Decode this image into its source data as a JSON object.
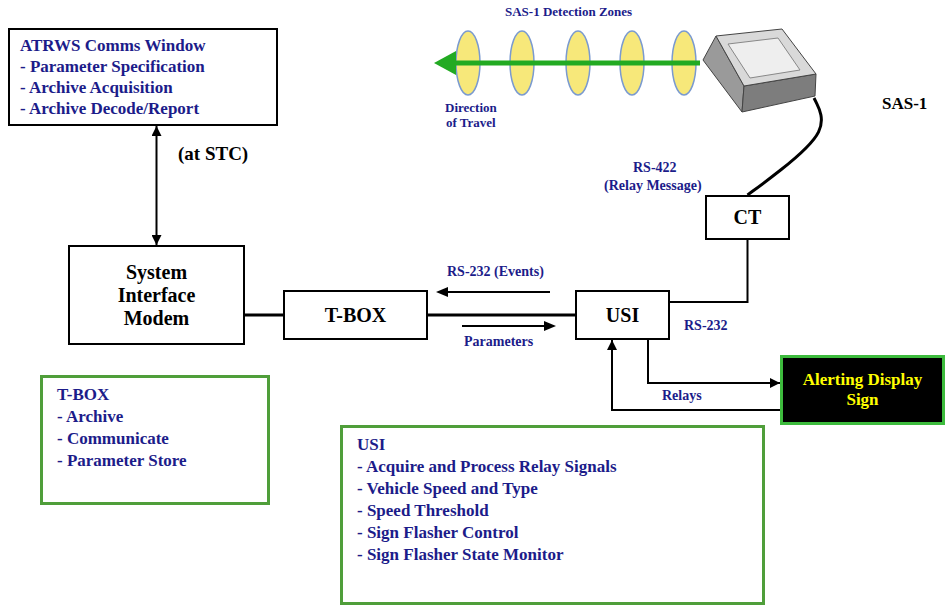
{
  "diagram": {
    "nodes": [
      {
        "text": [
          "ATRWS Comms Window",
          "- Parameter Specification",
          "- Archive Acquisition",
          "- Archive Decode/Report"
        ]
      },
      {
        "text": [
          "SAS-1"
        ]
      },
      {
        "text": [
          "CT"
        ]
      },
      {
        "text": [
          "System Interface Modem"
        ]
      },
      {
        "text": [
          "T-BOX"
        ]
      },
      {
        "text": [
          "USI"
        ]
      },
      {
        "text": [
          "T-BOX",
          "- Archive",
          "- Communicate",
          "- Parameter Store"
        ]
      },
      {
        "text": [
          "Alerting Display Sign"
        ]
      },
      {
        "text": [
          "USI",
          "- Acquire and Process Relay Signals",
          "- Vehicle Speed and Type",
          "- Speed Threshold",
          "- Sign Flasher Control",
          "- Sign Flasher State Monitor"
        ]
      }
    ],
    "edges": [
      {
        "from": 0,
        "to": 3,
        "arrow": "both"
      },
      {
        "from": 3,
        "to": 4,
        "arrow": "none"
      },
      {
        "from": 4,
        "to": 5,
        "arrow": "none"
      },
      {
        "from": 5,
        "to": 2,
        "label": "RS-232",
        "arrow": "none"
      },
      {
        "from": 1,
        "to": 2,
        "label": "RS-422",
        "arrow": "none"
      },
      {
        "from": 5,
        "to": 7,
        "arrow": "to"
      },
      {
        "from": 7,
        "to": 5,
        "arrow": "to"
      }
    ],
    "labels": [
      "SAS-1 Detection Zones",
      "Direction of Travel",
      "(at STC)",
      "(Relay Message)",
      "RS-232 (Events)",
      "Parameters",
      "Relays"
    ]
  }
}
